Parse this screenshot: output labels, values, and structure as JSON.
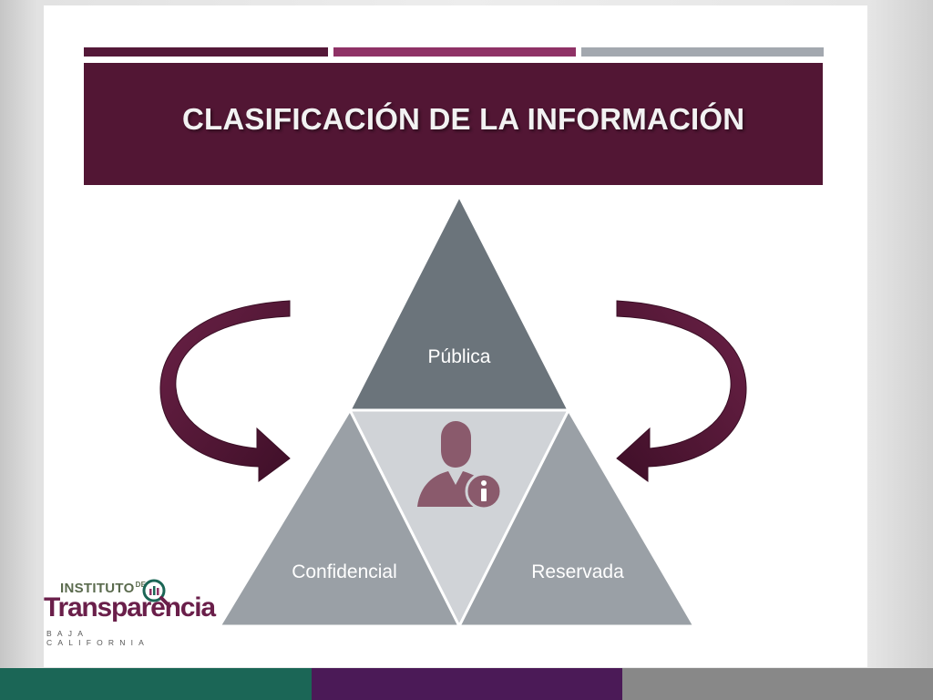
{
  "slide": {
    "title": "CLASIFICACIÓN DE LA INFORMACIÓN"
  },
  "diagram": {
    "top_label": "Pública",
    "left_label": "Confidencial",
    "right_label": "Reservada",
    "center_icon": "user-info-icon",
    "left_arrow_icon": "curved-arrow-left-icon",
    "right_arrow_icon": "curved-arrow-right-icon"
  },
  "logo": {
    "line1": "INSTITUTO",
    "line1_small": "DE",
    "line2": "Transparencia",
    "line3": "BAJA CALIFORNIA"
  },
  "colors": {
    "title_bar": "#521634",
    "stripe_dark": "#541838",
    "stripe_magenta": "#8f3266",
    "stripe_gray": "#a3a8af",
    "triangle_top": "#6b747b",
    "triangle_sides": "#9aa0a6",
    "triangle_center": "#d0d3d7",
    "icon": "#8a5a6c",
    "arrows": "#521634",
    "footer_green": "#1b6656",
    "footer_purple": "#4b1a57",
    "footer_gray": "#888888"
  }
}
